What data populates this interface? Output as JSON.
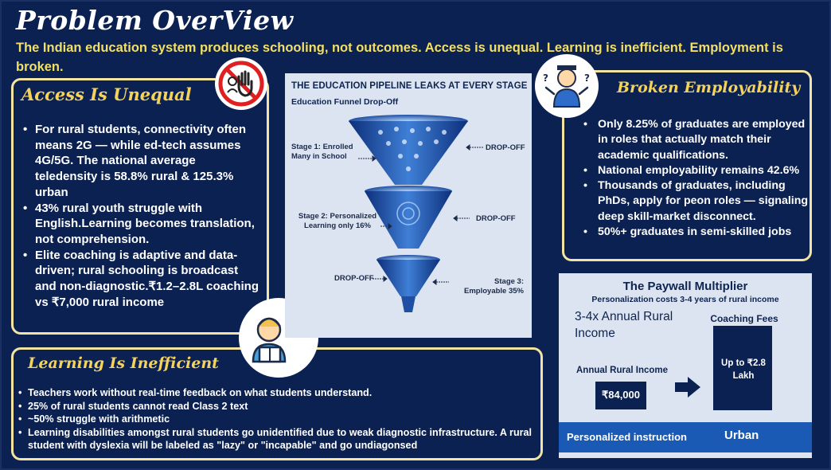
{
  "header": {
    "title": "Problem OverView",
    "subtitle": "The Indian education system produces schooling, not outcomes. Access is unequal. Learning is inefficient. Employment is broken."
  },
  "access": {
    "title": "Access Is Unequal",
    "icon": "stop-hand-icon",
    "items": [
      "For rural students, connectivity often means 2G — while ed-tech assumes 4G/5G. The national average teledensity is 58.8% rural & 125.3% urban",
      "43% rural youth struggle with English.Learning becomes translation, not comprehension.",
      "Elite coaching is adaptive and data-driven; rural schooling is broadcast and non-diagnostic.₹1.2–2.8L coaching vs ₹7,000 rural income"
    ]
  },
  "learning": {
    "title": "Learning Is Inefficient",
    "icon": "student-reading-idea-icon",
    "items": [
      "Teachers work without real-time feedback on what students understand.",
      "25% of rural students cannot read Class 2 text",
      "~50% struggle with arithmetic",
      "Learning disabilities amongst rural students go unidentified due to weak diagnostic infrastructure. A rural student with dyslexia will be labeled as \"lazy\" or \"incapable\" and go undiagonsed"
    ]
  },
  "funnel": {
    "title": "THE EDUCATION PIPELINE LEAKS AT EVERY STAGE",
    "subtitle": "Education Funnel Drop-Off",
    "stage1": "Stage 1: Enrolled Many in School",
    "stage2": "Stage 2: Personalized Learning only 16%",
    "stage3": "Stage 3: Employable 35%",
    "dropoff": "DROP-OFF",
    "colors": {
      "dark": "#0d2f7a",
      "mid": "#2f6cc9",
      "light": "#9fc1ee"
    }
  },
  "employability": {
    "title": "Broken Employability",
    "icon": "confused-graduate-icon",
    "items": [
      "Only 8.25% of graduates are employed in roles that actually match their academic qualifications.",
      "National employability remains 42.6%",
      "Thousands of graduates, including PhDs, apply for peon roles — signaling deep skill-market disconnect.",
      "50%+ graduates in semi-skilled jobs"
    ]
  },
  "paywall": {
    "title": "The Paywall Multiplier",
    "subtitle": "Personalization costs 3-4 years of rural income",
    "multiplier": "3-4x Annual Rural Income",
    "coaching_label": "Coaching Fees",
    "coaching_value": "Up to ₹2.8 Lakh",
    "rural_label": "Annual Rural Income",
    "rural_value": "₹84,000",
    "footer_left": "Personalized instruction",
    "footer_right": "Urban"
  },
  "colors": {
    "background": "#0b2152",
    "accent": "#f3df63",
    "panel_border": "#f4e4a3",
    "panel_light": "#dbe4f0"
  }
}
